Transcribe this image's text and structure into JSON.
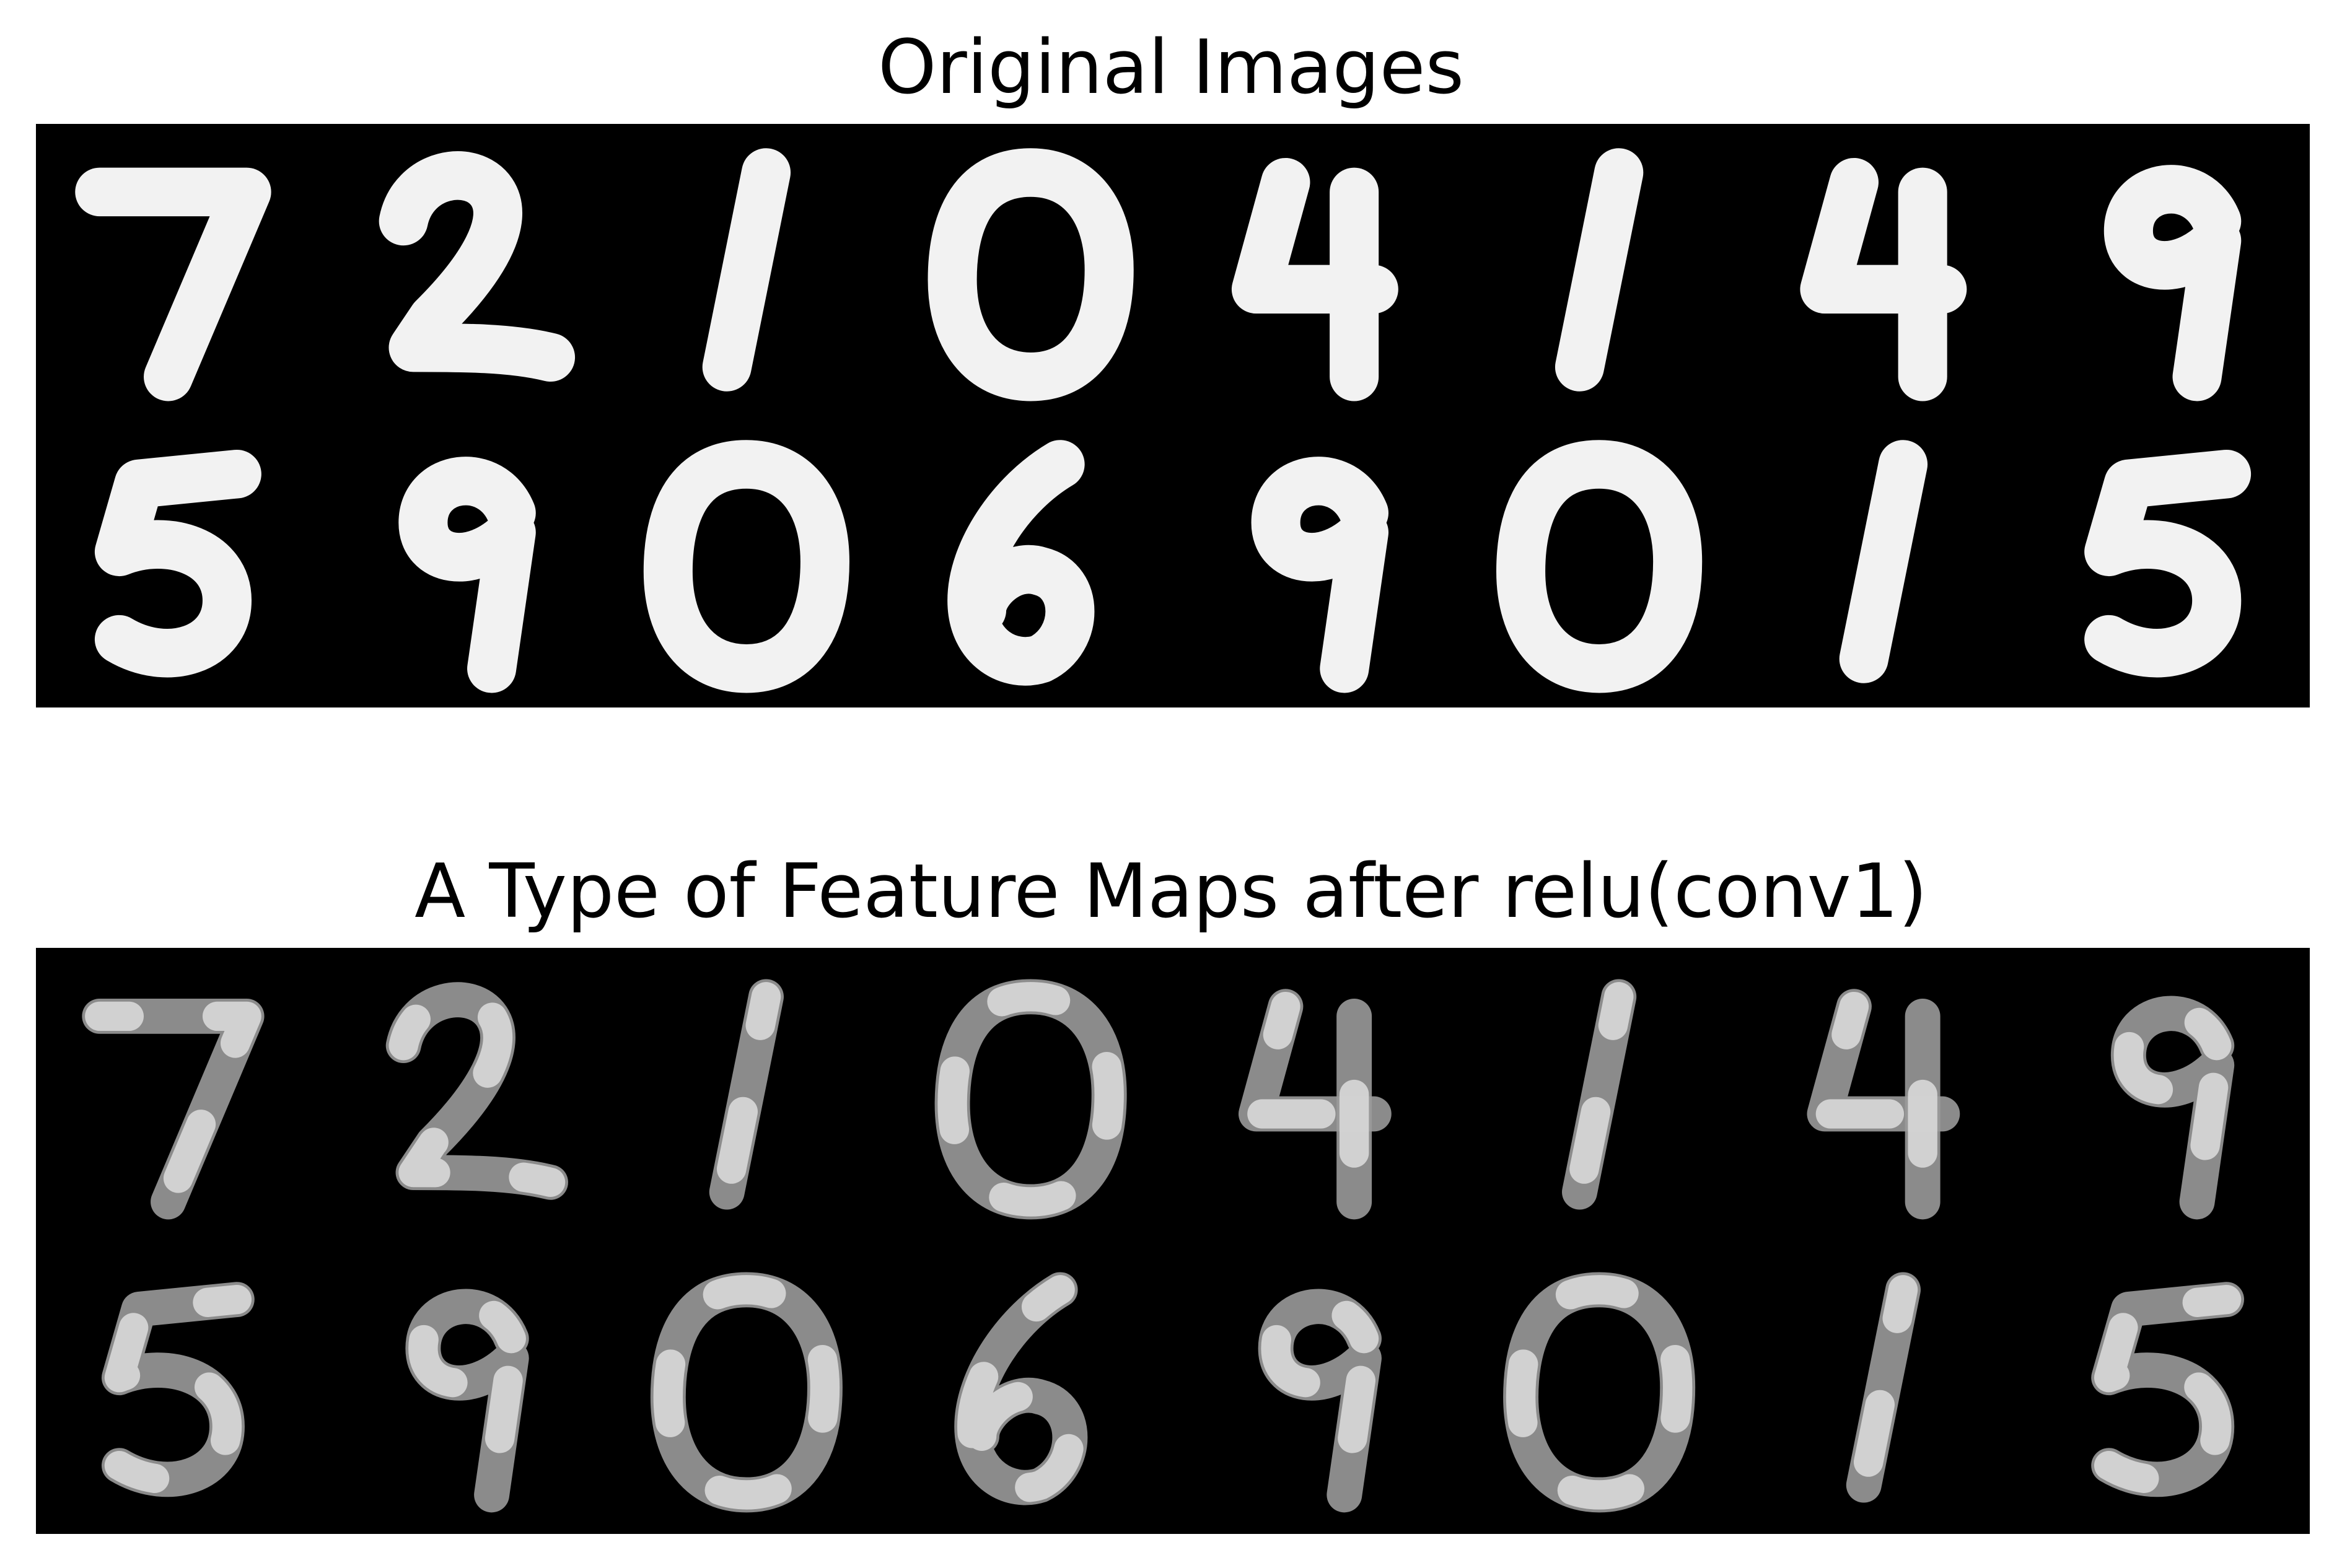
{
  "figure": {
    "title_top": "Original Images",
    "title_bottom": "A Type of Feature Maps after relu(conv1)"
  },
  "grid": {
    "rows": 2,
    "columns": 8,
    "digits_row_1": [
      "7",
      "2",
      "1",
      "0",
      "4",
      "1",
      "4",
      "9"
    ],
    "digits_row_2": [
      "5",
      "9",
      "0",
      "6",
      "9",
      "0",
      "1",
      "5"
    ]
  },
  "colors": {
    "background": "#ffffff",
    "panel_background": "#000000",
    "stroke_original": "#f2f2f2",
    "stroke_feature": "#9a9a9a"
  }
}
